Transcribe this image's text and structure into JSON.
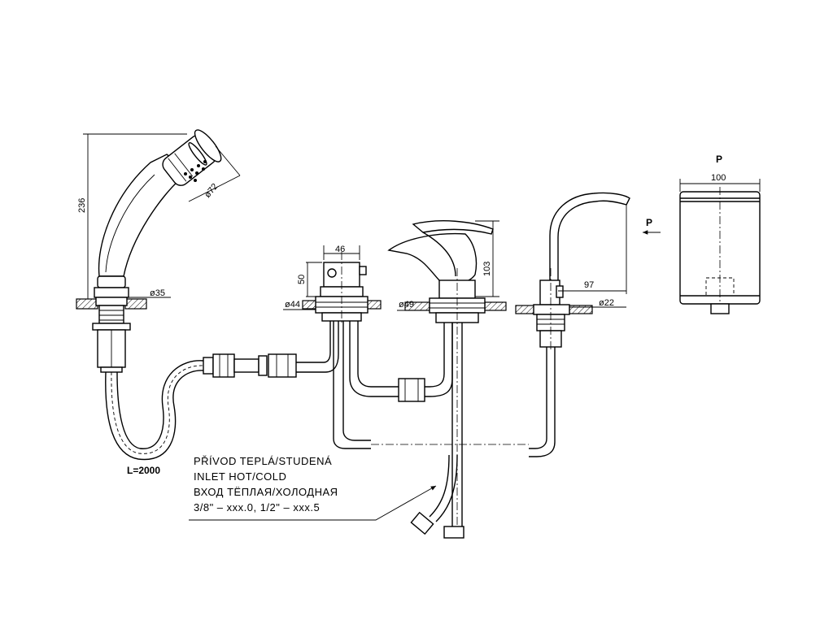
{
  "dimensions": {
    "shower_height": "236",
    "shower_head_dia": "ø72",
    "shower_base_dia": "ø35",
    "hose_length": "L=2000",
    "valve_width": "46",
    "valve_height": "50",
    "valve_base_dia": "ø44",
    "mixer_height": "103",
    "mixer_base_dia": "ø49",
    "spout_reach": "97",
    "spout_base_dia": "ø22",
    "view_width": "100"
  },
  "view_labels": {
    "view_p_top": "P",
    "view_p_arrow": "P"
  },
  "inlet_note": {
    "line1": "PŘÍVOD TEPLÁ/STUDENÁ",
    "line2": "INLET HOT/COLD",
    "line3": "ВХОД ТЁПЛАЯ/ХОЛОДНАЯ",
    "line4": "3/8\" – xxx.0, 1/2\" – xxx.5"
  }
}
